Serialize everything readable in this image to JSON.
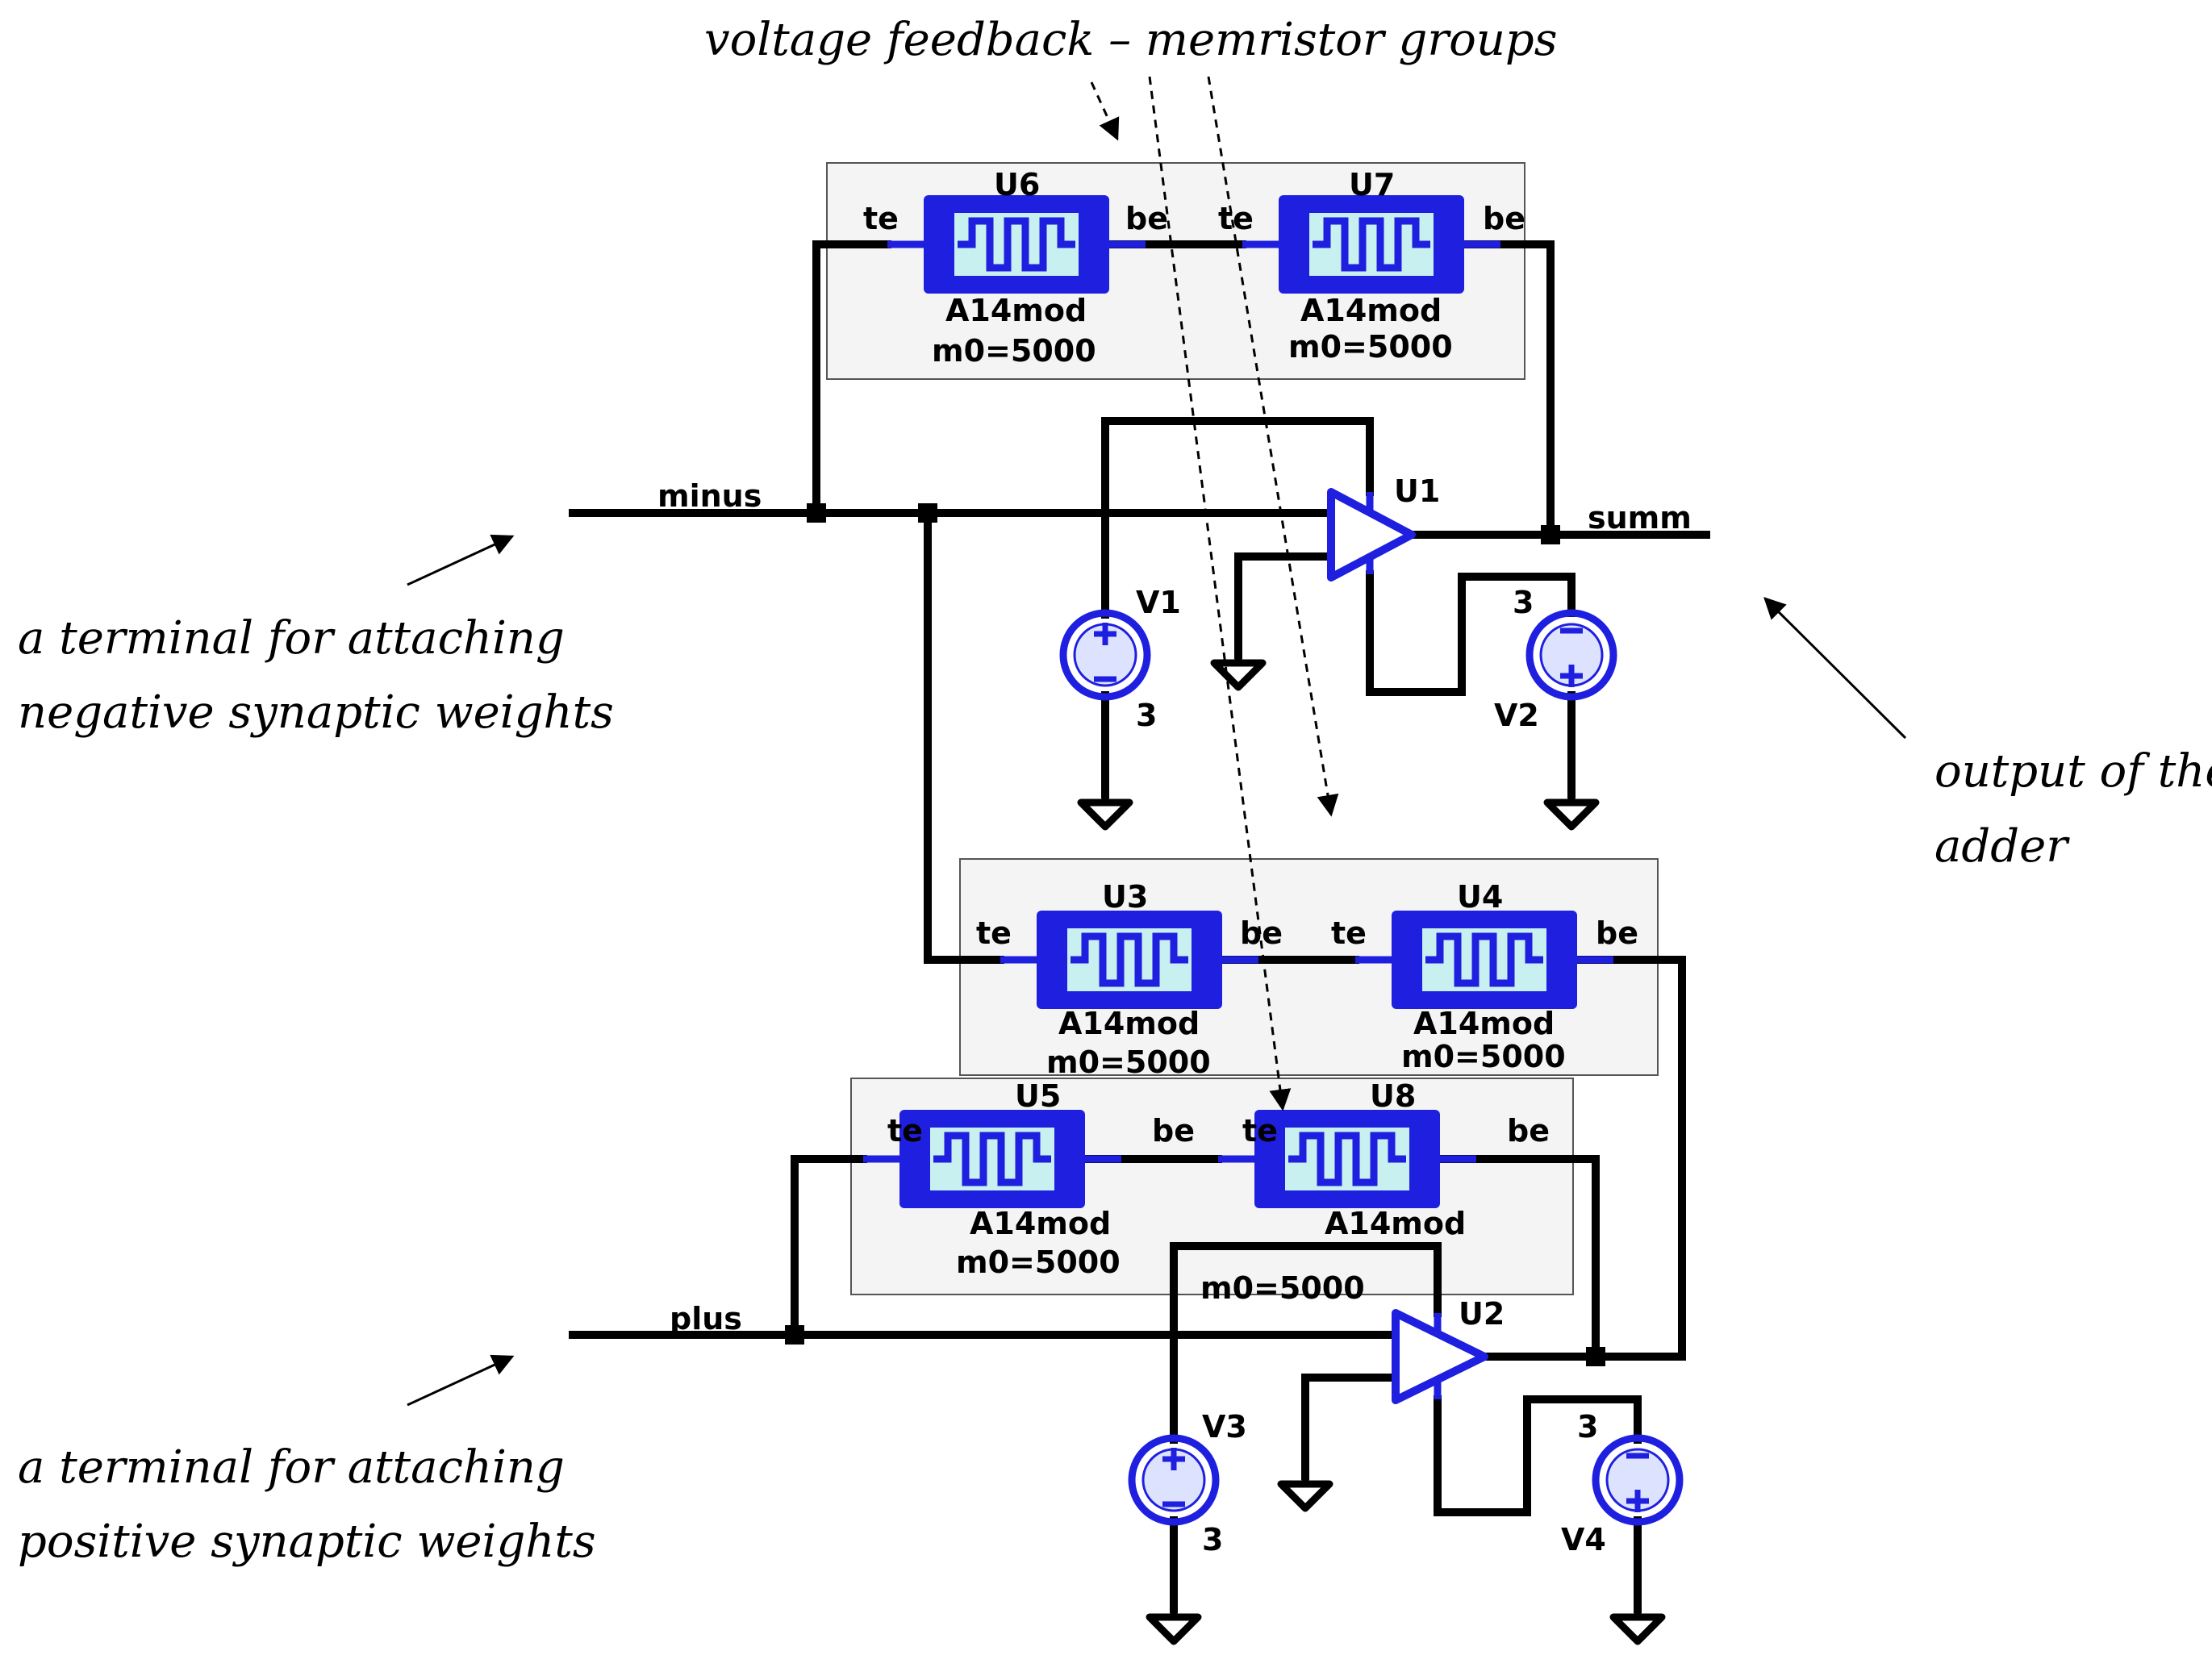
{
  "annotations": {
    "feedback_title": "voltage feedback  –  memristor groups",
    "neg_line1": "a terminal  for attaching",
    "neg_line2": "negative synaptic weights",
    "pos_line1": "a terminal  for attaching",
    "pos_line2": "positive synaptic weights",
    "out_line1": "output  of the",
    "out_line2": "adder"
  },
  "nets": {
    "minus": "minus",
    "plus": "plus",
    "summ": "summ"
  },
  "pin_labels": {
    "te": "te",
    "be": "be"
  },
  "memristors": [
    {
      "ref": "U6",
      "model": "A14mod",
      "param": "m0=5000"
    },
    {
      "ref": "U7",
      "model": "A14mod",
      "param": "m0=5000"
    },
    {
      "ref": "U3",
      "model": "A14mod",
      "param": "m0=5000"
    },
    {
      "ref": "U4",
      "model": "A14mod",
      "param": "m0=5000"
    },
    {
      "ref": "U5",
      "model": "A14mod",
      "param": "m0=5000"
    },
    {
      "ref": "U8",
      "model": "A14mod",
      "param": "m0=5000"
    }
  ],
  "opamps": [
    {
      "ref": "U1"
    },
    {
      "ref": "U2"
    }
  ],
  "sources": [
    {
      "ref": "V1",
      "value": "3"
    },
    {
      "ref": "V2",
      "value": "3"
    },
    {
      "ref": "V3",
      "value": "3"
    },
    {
      "ref": "V4",
      "value": "3"
    }
  ],
  "colors": {
    "component": "#1f1fe0",
    "component_fill": "#c8f0f0",
    "wire": "#000000",
    "group_box": "#f4f4f4"
  }
}
